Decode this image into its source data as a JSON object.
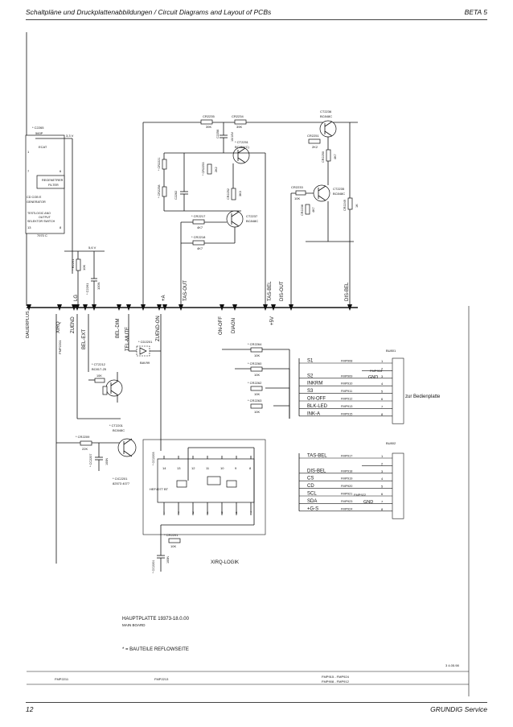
{
  "header": {
    "title": "Schaltpläne und Druckplattenabbildungen / Circuit Diagrams and Layout of PCBs",
    "model": "BETA 5"
  },
  "footer": {
    "page": "12",
    "brand": "GRUNDIG Service"
  },
  "left_block": {
    "c_top": "* C2265",
    "c_top_val": "560P",
    "volt": "3,3 V",
    "ecat": "ECAT",
    "filter1": "REGENETRER",
    "filter2": "FILTER",
    "gen1": "CD COB E",
    "gen2": "GENERATOR",
    "opto1": "TESTLOGIC ANO",
    "opto2": "OUTPUT",
    "opto3": "SELEKTOR SWITCH",
    "ic": "7970 C",
    "pins": [
      "1",
      "7",
      "6",
      "13",
      "8"
    ]
  },
  "mid_block": {
    "v56": "5,6 V",
    "r2261": "* R2261",
    "r2261v": "10K",
    "c2261": "* C2261",
    "c2261v": "100N"
  },
  "top_components": {
    "cr2235": "CR2235",
    "cr2235v": "39K",
    "cr2234": "CR2234",
    "cr2234v": "39K",
    "c2256": "C2256",
    "c2256v": "10/16V",
    "ct2251": "* CT2251",
    "ct2251t": "BC856(C)",
    "cr2252": "CR2252",
    "cr2252v": "3K3",
    "ct2236": "CT2236",
    "ct2236t": "BC848C",
    "cr2251": "CR2251",
    "cr2251v": "2K2",
    "cr2250": "CR2250",
    "cr2250v": "4K7",
    "ct2235": "CT2235",
    "ct2235t": "BC848C",
    "cr2233": "CR2233",
    "cr2233v": "10K",
    "cr2238": "CR2238",
    "cr2238v": "4K7",
    "cr2249": "CR2249",
    "cr2249v": "1K",
    "cr2221": "* CR2221",
    "cr2258": "* CR2258",
    "c2262": "C2262",
    "cr2253": "* CR2253",
    "cr2253v": "2K2",
    "ct2237": "CT2237",
    "ct2237t": "BC848C",
    "cr2217": "* CR2217",
    "cr2217v": "4K7",
    "cr2218": "* CR2218",
    "cr2218v": "4K7"
  },
  "vertical_labels": [
    "LG",
    "+A",
    "TAS-OUT",
    "TAS-BEL",
    "DIS-OUT",
    "DIS-BEL"
  ],
  "bus_labels": [
    "XIRQ",
    "ZUEND",
    "BEL-EXT",
    "BEL-DIM",
    "TEL-MUTE",
    "ZUEND-ON",
    "ON-OFF",
    "DIAGN",
    "+5V",
    "DAUERPLUS"
  ],
  "lower_left": {
    "pmp": "PMP2201",
    "cd2201": "* CD2201",
    "diode": "BAV99",
    "ct2212": "* CT2212",
    "ct2212t": "BC817-25",
    "r10k": "10K",
    "cr2209": "* CR2209",
    "cr2209v": "22K",
    "cc2207": "* CC2207",
    "cc2207v": "100N",
    "ct2201": "* CT2201",
    "ct2201t": "BC848C",
    "cic": "* CIC2201",
    "cic_type": "82573 4077",
    "hef": "HEF4077 BT",
    "cc2203": "* CC2203",
    "pins_top": [
      "14",
      "13",
      "12",
      "11",
      "10",
      "9",
      "8"
    ],
    "pins_bot": [
      "1",
      "2",
      "3",
      "4",
      "5",
      "6",
      "7"
    ],
    "cr2201": "* CR2201",
    "cr2201v": "10K",
    "cc2201": "* CC2201",
    "cc2201v": "100N",
    "xirq_logik": "XIRQ-LOGIK"
  },
  "resistors_right": [
    {
      "ref": "* CR2264",
      "val": "10K"
    },
    {
      "ref": "* CR2260",
      "val": "10K"
    },
    {
      "ref": "* CR2262",
      "val": "10K"
    },
    {
      "ref": "* CR2263",
      "val": "10K"
    }
  ],
  "connector1": {
    "ref": "BU801",
    "signals": [
      "S1",
      "S2",
      "INKRM",
      "S3",
      "ON-OFF",
      "BLK-LED",
      "INK-A"
    ],
    "fmps": [
      "FMP908",
      "FMP909",
      "FMP910",
      "FMP911",
      "FMP912",
      "FMP913",
      "FMP915"
    ],
    "pins": [
      "1",
      "2",
      "3",
      "4",
      "5",
      "6",
      "7",
      "8"
    ],
    "gnd_fmp": "FMP916",
    "gnd": "GND",
    "destination": "zur Bedienplatte"
  },
  "connector2": {
    "ref": "BU802",
    "signals": [
      "TAS-BEL",
      "DIS-BEL",
      "CS",
      "CD",
      "SCL",
      "SDA",
      "+G-S"
    ],
    "fmps": [
      "FMP917",
      "FMP918",
      "FMP919",
      "FMP920",
      "FMP921",
      "FMP923",
      "FMP924"
    ],
    "pins": [
      "1",
      "2",
      "3",
      "4",
      "5",
      "6",
      "7",
      "8"
    ],
    "gnd_fmp": "FMP922",
    "gnd": "GND"
  },
  "bottom": {
    "board": "HAUPTPLATTE 19373-18.0.00",
    "board_en": "MAIN BOARD",
    "note": "* = BAUTEILE REFLOWSEITE",
    "docnum": "3 4.05.98",
    "row": [
      "FMP2211",
      "FMP2213",
      "FMP915 - FMP924",
      "FMP908 - FMP912"
    ]
  },
  "colors": {
    "ink": "#111111",
    "paper": "#ffffff"
  }
}
